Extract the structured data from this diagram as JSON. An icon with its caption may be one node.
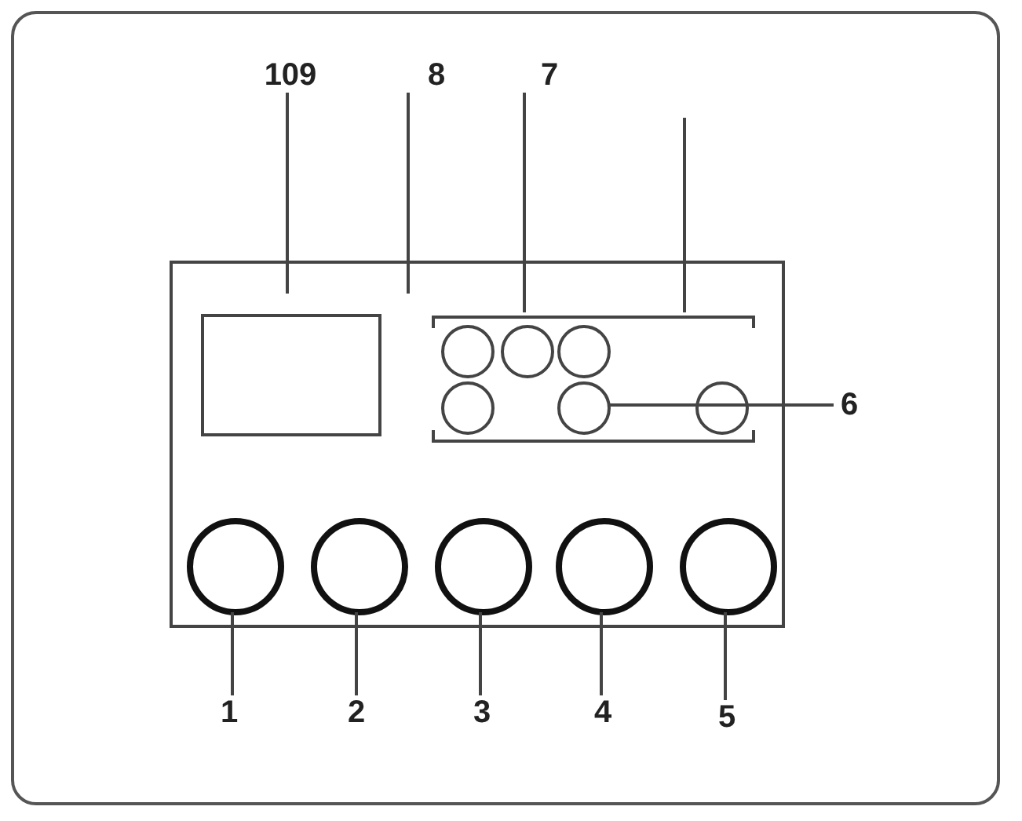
{
  "diagram": {
    "nodes": [
      {
        "text": [
          "109"
        ]
      },
      {
        "text": [
          "8"
        ]
      },
      {
        "text": [
          "7"
        ]
      },
      {
        "text": [],
        "shape": "box"
      },
      {
        "text": [],
        "shape": "box",
        "in": 3
      },
      {
        "text": [],
        "shape": "bar",
        "in": 3
      },
      {
        "text": [],
        "shape": "circle",
        "in": 3
      },
      {
        "text": [],
        "shape": "circle",
        "in": 3
      },
      {
        "text": [],
        "shape": "circle",
        "in": 3
      },
      {
        "text": [],
        "shape": "circle",
        "in": 3
      },
      {
        "text": [],
        "shape": "circle",
        "in": 3
      },
      {
        "text": [],
        "shape": "circle",
        "in": 3
      },
      {
        "text": [],
        "shape": "bar",
        "in": 3
      },
      {
        "text": [
          "6"
        ]
      },
      {
        "text": [],
        "shape": "circle",
        "in": 3
      },
      {
        "text": [],
        "shape": "circle",
        "in": 3
      },
      {
        "text": [],
        "shape": "circle",
        "in": 3
      },
      {
        "text": [],
        "shape": "circle",
        "in": 3
      },
      {
        "text": [],
        "shape": "circle",
        "in": 3
      },
      {
        "text": [
          "1"
        ]
      },
      {
        "text": [
          "2"
        ]
      },
      {
        "text": [
          "3"
        ]
      },
      {
        "text": [
          "4"
        ]
      },
      {
        "text": [
          "5"
        ]
      }
    ],
    "edges": [
      {
        "from": 0,
        "to": 3,
        "arrow": "none"
      },
      {
        "from": 1,
        "to": 3,
        "arrow": "none"
      },
      {
        "from": 2,
        "to": 5,
        "arrow": "none"
      },
      {
        "from": null,
        "to": 5,
        "arrow": "none"
      },
      {
        "from": 13,
        "to": 10,
        "arrow": "none"
      },
      {
        "from": 19,
        "to": 14,
        "arrow": "none"
      },
      {
        "from": 20,
        "to": 15,
        "arrow": "none"
      },
      {
        "from": 21,
        "to": 16,
        "arrow": "none"
      },
      {
        "from": 22,
        "to": 17,
        "arrow": "none"
      },
      {
        "from": 23,
        "to": 18,
        "arrow": "none"
      }
    ]
  }
}
